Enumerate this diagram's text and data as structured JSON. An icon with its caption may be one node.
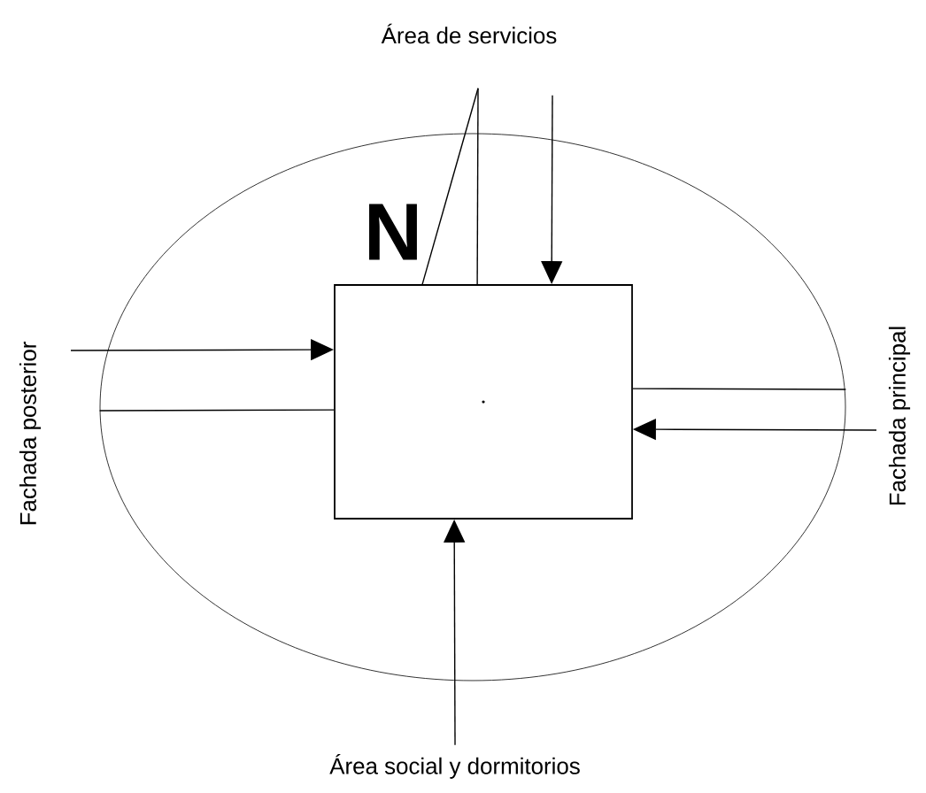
{
  "diagram": {
    "nodes": [
      {
        "text": [],
        "shape": "circle"
      },
      {
        "text": [],
        "shape": "box",
        "in": 0
      },
      {
        "text": [
          "Área de servicios"
        ]
      },
      {
        "text": [
          "Fachada posterior"
        ]
      },
      {
        "text": [
          "Fachada principal"
        ]
      },
      {
        "text": [
          "Área social y dormitorios"
        ]
      }
    ],
    "edges": [
      {
        "from": 2,
        "to": 1,
        "arrow": "none"
      },
      {
        "from": 2,
        "to": 1,
        "arrow": "none"
      },
      {
        "from": 2,
        "to": 1,
        "arrow": "to"
      },
      {
        "from": 3,
        "to": 1,
        "arrow": "to"
      },
      {
        "from": 0,
        "to": 1,
        "arrow": "none"
      },
      {
        "from": 1,
        "to": 0,
        "arrow": "none"
      },
      {
        "from": 4,
        "to": 1,
        "arrow": "to"
      },
      {
        "from": 5,
        "to": 1,
        "arrow": "to"
      }
    ],
    "labels": [
      "N"
    ]
  }
}
